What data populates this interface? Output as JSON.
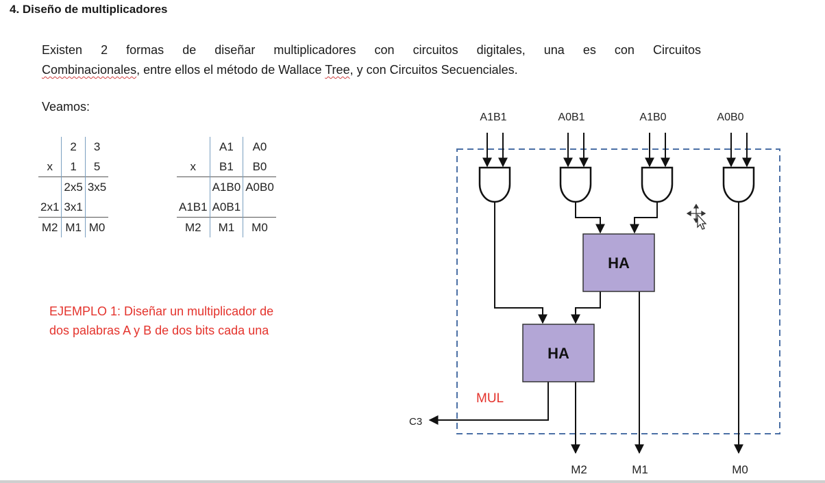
{
  "section_title": "4. Diseño de multiplicadores",
  "paragraph": {
    "line1": "Existen 2 formas de diseñar multiplicadores con circuitos digitales, una es con Circuitos",
    "line2_word1": "Combinacionales",
    "line2_mid": ", entre ellos el método de Wallace ",
    "line2_word2": "Tree",
    "line2_end": ", y con Circuitos Secuenciales."
  },
  "veamos": "Veamos:",
  "numeric_table": {
    "rows": [
      [
        "",
        "2",
        "3"
      ],
      [
        "x",
        "1",
        "5"
      ],
      [
        "",
        "2x5",
        "3x5"
      ],
      [
        "2x1",
        "3x1",
        ""
      ],
      [
        "M2",
        "M1",
        "M0"
      ]
    ]
  },
  "symbolic_table": {
    "rows": [
      [
        "",
        "A1",
        "A0"
      ],
      [
        "x",
        "B1",
        "B0"
      ],
      [
        "",
        "A1B0",
        "A0B0"
      ],
      [
        "A1B1",
        "A0B1",
        ""
      ],
      [
        "M2",
        "M1",
        "M0"
      ]
    ]
  },
  "example": {
    "line1": "EJEMPLO 1: Diseñar un multiplicador de",
    "line2": "dos palabras A y B de dos bits cada una"
  },
  "circuit": {
    "inputs": [
      "A1B1",
      "A0B1",
      "A1B0",
      "A0B0"
    ],
    "half_adder_label": "HA",
    "block_label": "MUL",
    "carry_out": "C3",
    "outputs": [
      "M2",
      "M1",
      "M0"
    ],
    "colors": {
      "half_adder_fill": "#b3a6d6",
      "block_border": "#4a6fa5",
      "example_text": "#e4332c"
    }
  }
}
